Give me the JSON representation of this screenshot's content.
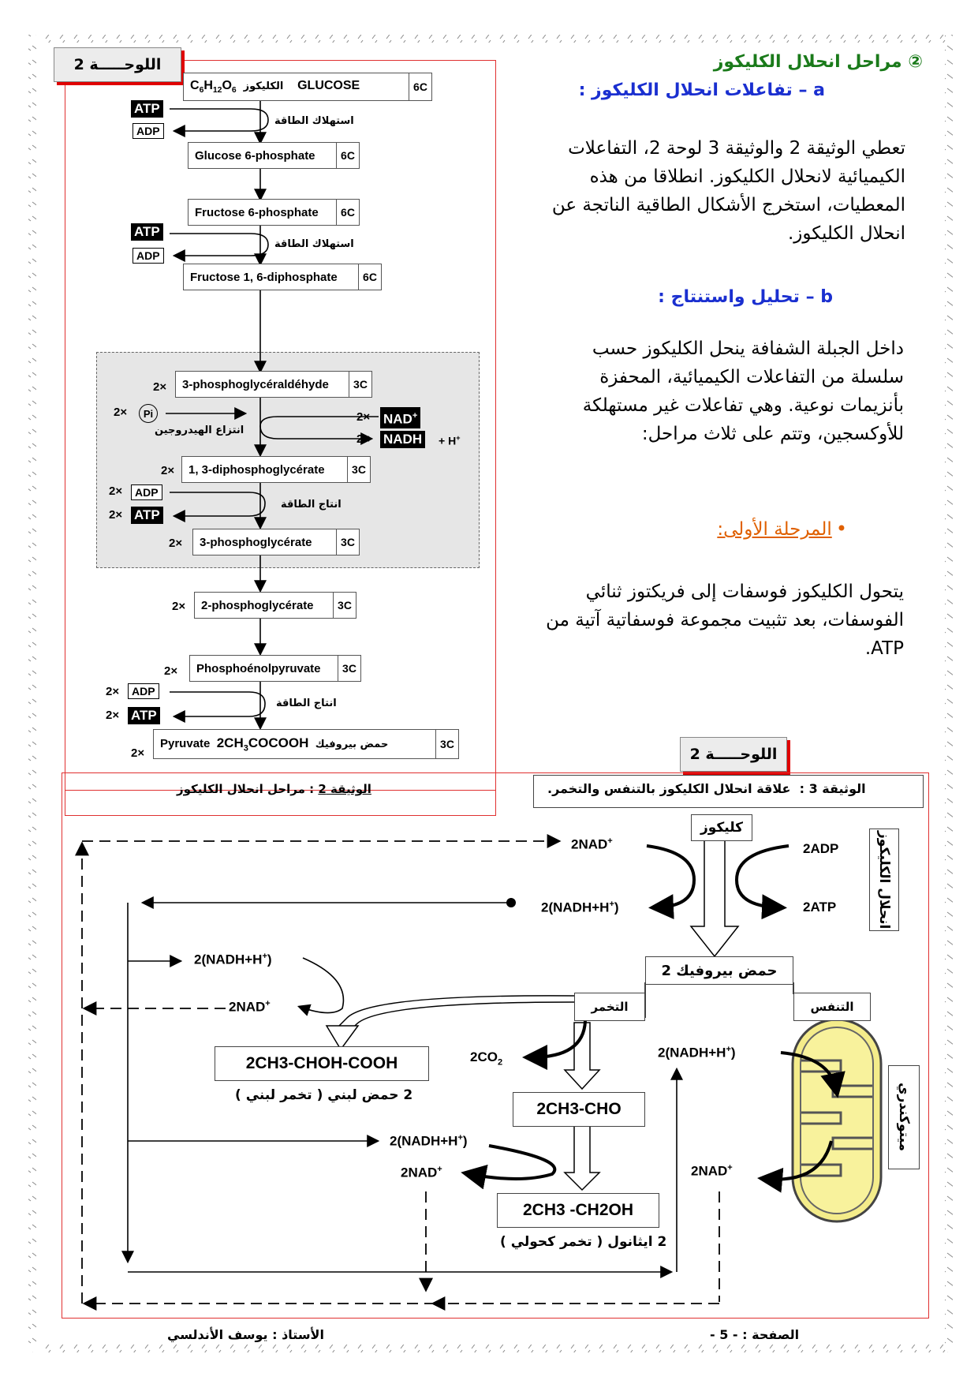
{
  "section": {
    "number": "②",
    "title": "مراحل انحلال الكليكوز",
    "a_label": "a",
    "a_title": "تفاعلات انحلال الكليكوز :",
    "a_text": "تعطي الوثيقة 2 والوثيقة 3 لوحة 2، التفاعلات الكيميائية لانحلال الكليكوز. انطلاقا من هذه المعطيات، استخرج الأشكال الطاقية الناتجة عن انحلال الكليكوز.",
    "b_label": "b",
    "b_title": "تحليل واستنتاج :",
    "b_text": "داخل الجبلة الشفافة ينحل الكليكوز حسب سلسلة من التفاعلات الكيميائية، المحفزة بأنزيمات نوعية. وهي تفاعلات غير مستهلكة للأوكسجين، وتتم على ثلاث مراحل:",
    "stage1_title": "المرحلة الأولى:",
    "stage1_text": "يتحول الكليكوز فوسفات إلى فريكتوز ثنائي الفوسفات، بعد تثبيت مجموعة فوسفاتية آتية من ATP."
  },
  "panel_tab": "اللوحـــــة 2",
  "doc2": {
    "glucose_ar": "الكليكوز",
    "glucose_en": "GLUCOSE",
    "glucose_c": "6C",
    "g6p": "Glucose 6-phosphate",
    "g6p_c": "6C",
    "f6p": "Fructose 6-phosphate",
    "f6p_c": "6C",
    "f16dp": "Fructose 1, 6-diphosphate",
    "f16dp_c": "6C",
    "g3p": "3-phosphoglycéraldéhyde",
    "g3p_c": "3C",
    "dpg": "1, 3-diphosphoglycérate",
    "dpg_c": "3C",
    "pg3": "3-phosphoglycérate",
    "pg3_c": "3C",
    "pg2": "2-phosphoglycérate",
    "pg2_c": "3C",
    "pep": "Phosphoénolpyruvate",
    "pep_c": "3C",
    "pyr_en": "Pyruvate",
    "pyr_formula_start": "2CH",
    "pyr_formula_sub": "3",
    "pyr_formula_end": "COCOOH",
    "pyr_ar": "حمض بيروفيك",
    "pyr_c": "3C",
    "mult": "2×",
    "atp": "ATP",
    "adp": "ADP",
    "nad": "NAD",
    "nadh": "NADH",
    "plus_h": "+ H",
    "pi": "Pi",
    "consume": "استهلاك الطاقة",
    "produce": "انتاج الطاقة",
    "dehydro": "انتزاع الهيدروجين",
    "caption_prefix": "الوثيقة",
    "caption_num": "2",
    "caption_sep": ":",
    "caption_text": "مراحل انحلال الكليكوز"
  },
  "doc3": {
    "title_prefix": "الوثيقة 3 :",
    "title_text": "علاقة انحلال الكليكوز بالتنفس والتخمر.",
    "glucose": "كليكوز",
    "glycolysis": "انحلال الكليكوز",
    "pyruvic": "2 حمض بيروفيك",
    "fermentation": "التخمر",
    "respiration": "التنفس",
    "mitochondria": "ميتوكندري",
    "nad_top": "2NAD",
    "nadh_top": "2(NADH+H",
    "adp_top": "2ADP",
    "atp_top": "2ATP",
    "nadh_left1": "2(NADH+H",
    "nad_left1": "2NAD",
    "lactic_formula": "2CH3-CHOH-COOH",
    "lactic_ar": "2 حمض لبني ( تخمر لبني )",
    "co2": "2CO",
    "acetal": "2CH3-CHO",
    "nadh_mid": "2(NADH+H",
    "nad_mid": "2NAD",
    "ethanol_formula": "2CH3 -CH2OH",
    "ethanol_ar": "2 ايثانول ( تخمر كحولي )",
    "nadh_resp": "2(NADH+H",
    "nad_resp": "2NAD"
  },
  "footer": {
    "teacher": "الأستاذ : يوسف الأندلسي",
    "page_label": "الصفحة :",
    "page_num": "- 5 -"
  }
}
